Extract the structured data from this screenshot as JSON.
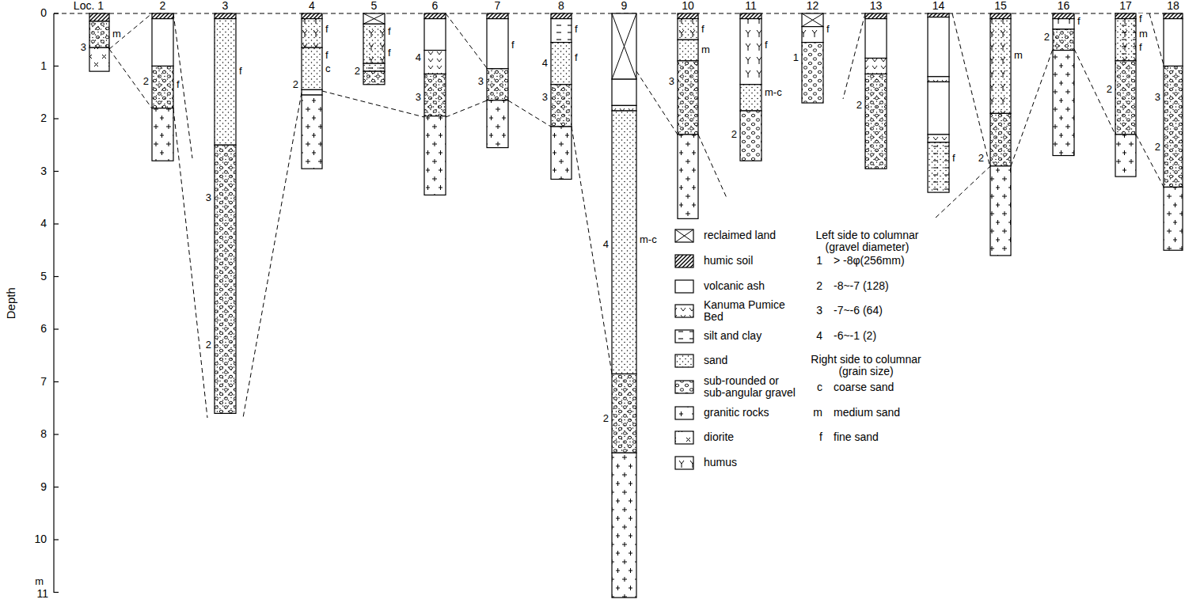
{
  "diagram": {
    "labels": [
      "Loc. 1",
      "2",
      "3",
      "4",
      "5",
      "6",
      "7",
      "8",
      "9",
      "10",
      "11",
      "12",
      "13",
      "14",
      "15",
      "16",
      "17",
      "18",
      "0",
      "1",
      "2",
      "3",
      "4",
      "5",
      "6",
      "7",
      "8",
      "9",
      "10",
      "m",
      "11",
      "Depth",
      "3",
      "m",
      "2",
      "f",
      "f",
      "3",
      "2",
      "f",
      "f",
      "c",
      "2",
      "f",
      "f",
      "2",
      "4",
      "3",
      "f",
      "3",
      "f",
      "4",
      "f",
      "3",
      "4",
      "m-c",
      "2",
      "f",
      "m",
      "3",
      "f",
      "m-c",
      "2",
      "f",
      "1",
      "2",
      "f",
      "m",
      "2",
      "f",
      "2",
      "f",
      "m",
      "f",
      "2",
      "3",
      "2",
      "Left side to columnar (gravel diameter)",
      "1",
      "> -8φ(256mm)",
      "2",
      "-8~-7 (128)",
      "3",
      "-7~-6 (64)",
      "4",
      "-6~-1 (2)",
      "Right side to columnar (grain size)",
      "c",
      "coarse sand",
      "m",
      "medium sand",
      "f",
      "fine sand"
    ],
    "legend": [
      {
        "text": "reclaimed land"
      },
      {
        "text": "humic soil"
      },
      {
        "text": "volcanic ash"
      },
      {
        "text": "Kanuma Pumice Bed"
      },
      {
        "text": "silt and clay"
      },
      {
        "text": "sand"
      },
      {
        "text": "sub-rounded or sub-angular gravel"
      },
      {
        "text": "granitic rocks"
      },
      {
        "text": "diorite"
      },
      {
        "text": "humus"
      }
    ]
  }
}
